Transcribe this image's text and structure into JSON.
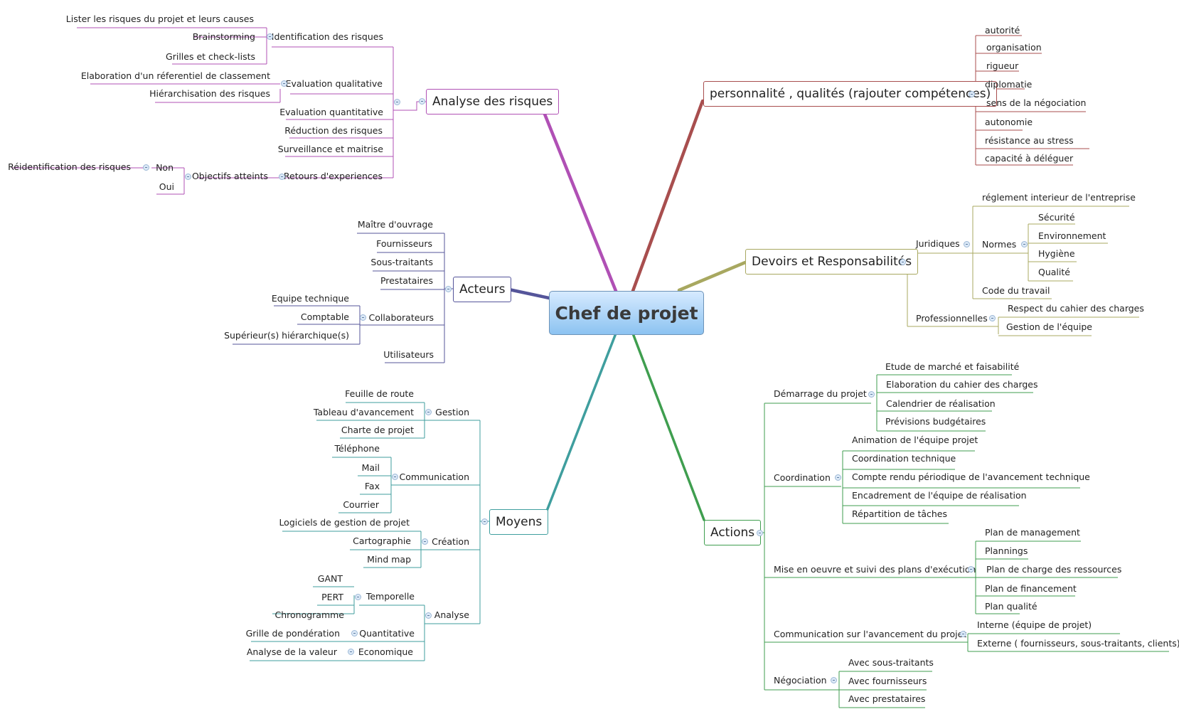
{
  "central": "Chef de projet",
  "colors": {
    "analyse": "#b050b5",
    "personnalite": "#a84e4e",
    "devoirs": "#a8a860",
    "acteurs": "#55559a",
    "moyens": "#3f9e9e",
    "actions": "#3f9e4f",
    "central_top": "#d6eaff",
    "central_bottom": "#8cc3f1"
  },
  "analyse": {
    "title": "Analyse des risques",
    "ident": "Identification des risques",
    "ident_items": [
      "Lister les risques du projet et leurs causes",
      "Brainstorming",
      "Grilles et check-lists"
    ],
    "evalqual": "Evaluation qualitative",
    "evalqual_items": [
      "Elaboration d'un réferentiel de classement",
      "Hiérarchisation des risques"
    ],
    "evalquant": "Evaluation quantitative",
    "reduction": "Réduction des risques",
    "surveillance": "Surveillance et maitrise",
    "retours": "Retours d'experiences",
    "objectifs": "Objectifs atteints",
    "non": "Non",
    "oui": "Oui",
    "reident": "Réidentification des risques"
  },
  "personnalite": {
    "title": "personnalité , qualités (rajouter  compétences)",
    "items": [
      "autorité",
      "organisation",
      "rigueur",
      "diplomatie",
      "sens de la négociation",
      "autonomie",
      "résistance au stress",
      "capacité à déléguer"
    ]
  },
  "devoirs": {
    "title": "Devoirs et Responsabilités",
    "juridiques": "Juridiques",
    "reglement": "réglement interieur de l'entreprise",
    "normes": "Normes",
    "normes_items": [
      "Sécurité",
      "Environnement",
      "Hygiène",
      "Qualité"
    ],
    "code": "Code du travail",
    "professionnelles": "Professionnelles",
    "pro_items": [
      "Respect du cahier des charges",
      "Gestion de l'équipe"
    ]
  },
  "acteurs": {
    "title": "Acteurs",
    "items_top": [
      "Maître d'ouvrage",
      "Fournisseurs",
      "Sous-traitants",
      "Prestataires"
    ],
    "collaborateurs": "Collaborateurs",
    "collab_items": [
      "Equipe technique",
      "Comptable",
      "Supérieur(s) hiérarchique(s)"
    ],
    "utilisateurs": "Utilisateurs"
  },
  "moyens": {
    "title": "Moyens",
    "gestion": "Gestion",
    "gestion_items": [
      "Feuille de route",
      "Tableau d'avancement",
      "Charte de projet"
    ],
    "communication": "Communication",
    "comm_items": [
      "Téléphone",
      "Mail",
      "Fax",
      "Courrier"
    ],
    "creation": "Création",
    "creation_items": [
      "Logiciels de gestion de projet",
      "Cartographie",
      "Mind map"
    ],
    "analyse": "Analyse",
    "temporelle": "Temporelle",
    "temp_items": [
      "GANT",
      "PERT",
      "Chronogramme"
    ],
    "quantitative": "Quantitative",
    "quant_item": "Grille de pondération",
    "economique": "Economique",
    "eco_item": "Analyse de la valeur"
  },
  "actions": {
    "title": "Actions",
    "demarrage": "Démarrage du projet",
    "dem_items": [
      "Etude de marché et faisabilité",
      "Elaboration du cahier des charges",
      "Calendrier de réalisation",
      "Prévisions budgétaires"
    ],
    "coordination": "Coordination",
    "coord_items": [
      "Animation de l'équipe projet",
      "Coordination technique",
      "Compte rendu périodique de l'avancement technique",
      "Encadrement de l'équipe de réalisation",
      "Répartition de tâches"
    ],
    "miseenoeuvre": "Mise en oeuvre et suivi des plans d'exécution",
    "plans": [
      "Plan de management",
      "Plannings",
      "Plan de charge des ressources",
      "Plan de financement",
      "Plan qualité"
    ],
    "communication": "Communication sur l'avancement du projet",
    "comm_items": [
      "Interne (équipe de projet)",
      "Externe ( fournisseurs, sous-traitants, clients)"
    ],
    "negociation": "Négociation",
    "nego_items": [
      "Avec sous-traitants",
      "Avec fournisseurs",
      "Avec prestataires"
    ]
  }
}
